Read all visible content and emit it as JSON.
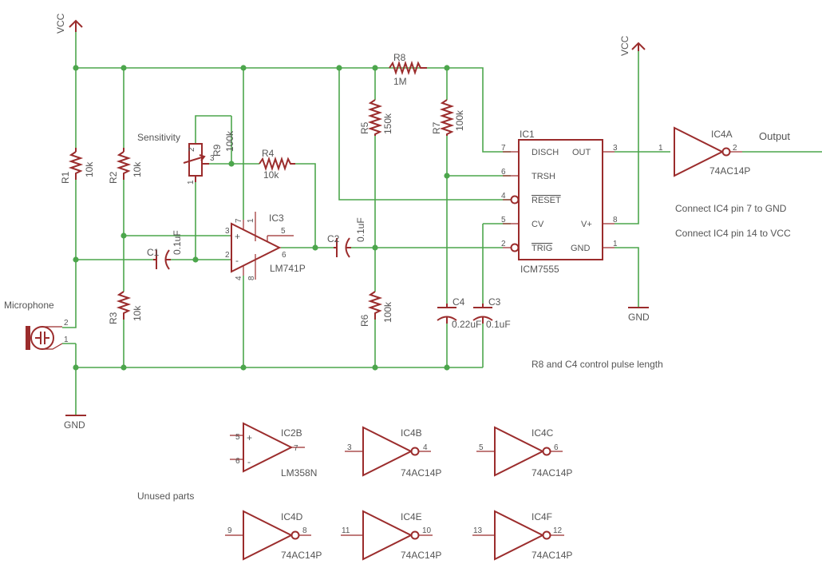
{
  "rails": {
    "vcc_left": "VCC",
    "vcc_right": "VCC",
    "gnd_left": "GND",
    "gnd_right": "GND"
  },
  "microphone": {
    "label": "Microphone",
    "pin_top": "2",
    "pin_bottom": "1"
  },
  "resistors": {
    "r1": {
      "name": "R1",
      "value": "10k"
    },
    "r2": {
      "name": "R2",
      "value": "10k"
    },
    "r3": {
      "name": "R3",
      "value": "10k"
    },
    "r4": {
      "name": "R4",
      "value": "10k"
    },
    "r5": {
      "name": "R5",
      "value": "150k"
    },
    "r6": {
      "name": "R6",
      "value": "100k"
    },
    "r7": {
      "name": "R7",
      "value": "100k"
    },
    "r8": {
      "name": "R8",
      "value": "1M"
    },
    "r9": {
      "name": "R9",
      "value": "100k",
      "label": "Sensitivity",
      "pin1": "1",
      "pin2": "2",
      "pin3": "3"
    }
  },
  "capacitors": {
    "c1": {
      "name": "C1",
      "value": "0.1uF"
    },
    "c2": {
      "name": "C2",
      "value": "0.1uF"
    },
    "c3": {
      "name": "C3",
      "value": "0.1uF"
    },
    "c4": {
      "name": "C4",
      "value": "0.22uF"
    }
  },
  "ic3": {
    "name": "IC3",
    "part": "LM741P",
    "pins": {
      "p1": "1",
      "p2": "2",
      "p3": "3",
      "p4": "4",
      "p5": "5",
      "p6": "6",
      "p7": "7",
      "p8": "8"
    },
    "plus": "+",
    "minus": "-"
  },
  "ic1": {
    "name": "IC1",
    "part": "ICM7555",
    "pins": {
      "disch": {
        "label": "DISCH",
        "num": "7"
      },
      "trsh": {
        "label": "TRSH",
        "num": "6"
      },
      "reset": {
        "label": "RESET",
        "num": "4"
      },
      "cv": {
        "label": "CV",
        "num": "5"
      },
      "trig": {
        "label": "TRIG",
        "num": "2"
      },
      "out": {
        "label": "OUT",
        "num": "3"
      },
      "vplus": {
        "label": "V+",
        "num": "8"
      },
      "gnd": {
        "label": "GND",
        "num": "1"
      }
    }
  },
  "ic4a": {
    "name": "IC4A",
    "part": "74AC14P",
    "in": "1",
    "out": "2",
    "net_label": "Output"
  },
  "notes": {
    "pin7": "Connect IC4 pin 7 to GND",
    "pin14": "Connect IC4 pin 14 to VCC",
    "pulse": "R8 and C4 control pulse length",
    "unused": "Unused parts"
  },
  "unused": {
    "ic2b": {
      "name": "IC2B",
      "part": "LM358N",
      "in_plus": "5",
      "in_minus": "6",
      "out": "7",
      "plus": "+",
      "minus": "-"
    },
    "ic4b": {
      "name": "IC4B",
      "part": "74AC14P",
      "in": "3",
      "out": "4"
    },
    "ic4c": {
      "name": "IC4C",
      "part": "74AC14P",
      "in": "5",
      "out": "6"
    },
    "ic4d": {
      "name": "IC4D",
      "part": "74AC14P",
      "in": "9",
      "out": "8"
    },
    "ic4e": {
      "name": "IC4E",
      "part": "74AC14P",
      "in": "11",
      "out": "10"
    },
    "ic4f": {
      "name": "IC4F",
      "part": "74AC14P",
      "in": "13",
      "out": "12"
    }
  },
  "colors": {
    "wire": "#4ca64c",
    "part": "#9b2c2c",
    "text": "#555555"
  }
}
